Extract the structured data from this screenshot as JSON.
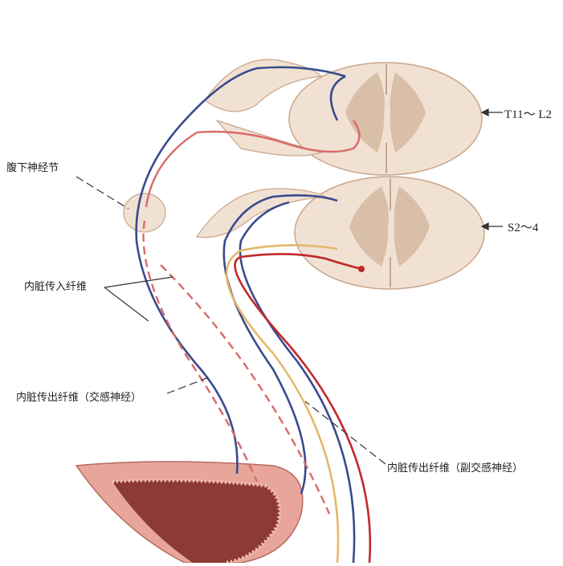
{
  "labels": {
    "hypogastric_ganglion": "腹下神经节",
    "visceral_afferent": "内脏传入纤维",
    "visceral_efferent_sympathetic": "内脏传出纤维（交感神经）",
    "visceral_efferent_parasympathetic": "内脏传出纤维（副交感神经）",
    "segment_upper": "T11～ L2",
    "segment_lower": "S2～4"
  },
  "colors": {
    "afferent": "#3a4a8c",
    "sympathetic": "#d96a6a",
    "parasympathetic": "#c0282a",
    "parasympathetic_light": "#e3b86a",
    "cord_white": "#f1e1d2",
    "cord_gray": "#d9bfa8",
    "organ_wall": "#e8a59a",
    "organ_lumen": "#8c3a33"
  }
}
